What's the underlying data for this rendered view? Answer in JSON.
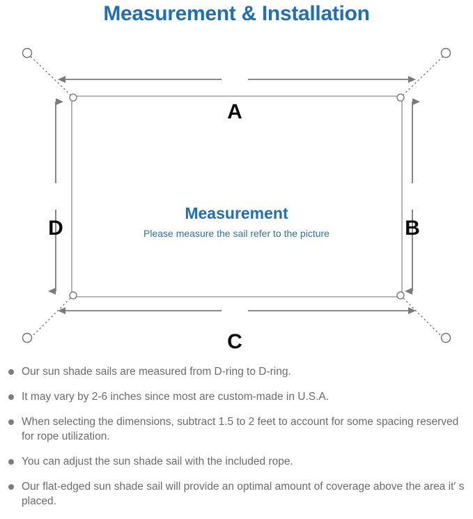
{
  "page": {
    "title": "Measurement & Installation",
    "title_color": "#1F6FB5"
  },
  "diagram": {
    "center_title": "Measurement",
    "center_subtitle": "Please measure the sail refer to the picture",
    "center_title_color": "#1F6FB5",
    "center_subtitle_color": "#2E6FA5",
    "line_color": "#7a7a7a",
    "sail_border_color": "#8c8c8c",
    "dimension_labels": {
      "top": "A",
      "right": "B",
      "bottom": "C",
      "left": "D"
    },
    "anchor_count": 4,
    "d_ring_count": 4
  },
  "notes": {
    "bullet_color": "#7d7d7d",
    "text_color": "#6a6a6a",
    "items": [
      "Our sun shade sails are measured from D-ring to D-ring.",
      "It may vary by 2-6 inches since most are custom-made in U.S.A.",
      "When selecting the dimensions, subtract 1.5 to 2 feet to account for some spacing reserved for rope utilization.",
      "You can adjust the sun shade sail with the included rope.",
      "Our flat-edged sun shade sail will provide an optimal amount of coverage above the area it′ s placed."
    ]
  }
}
